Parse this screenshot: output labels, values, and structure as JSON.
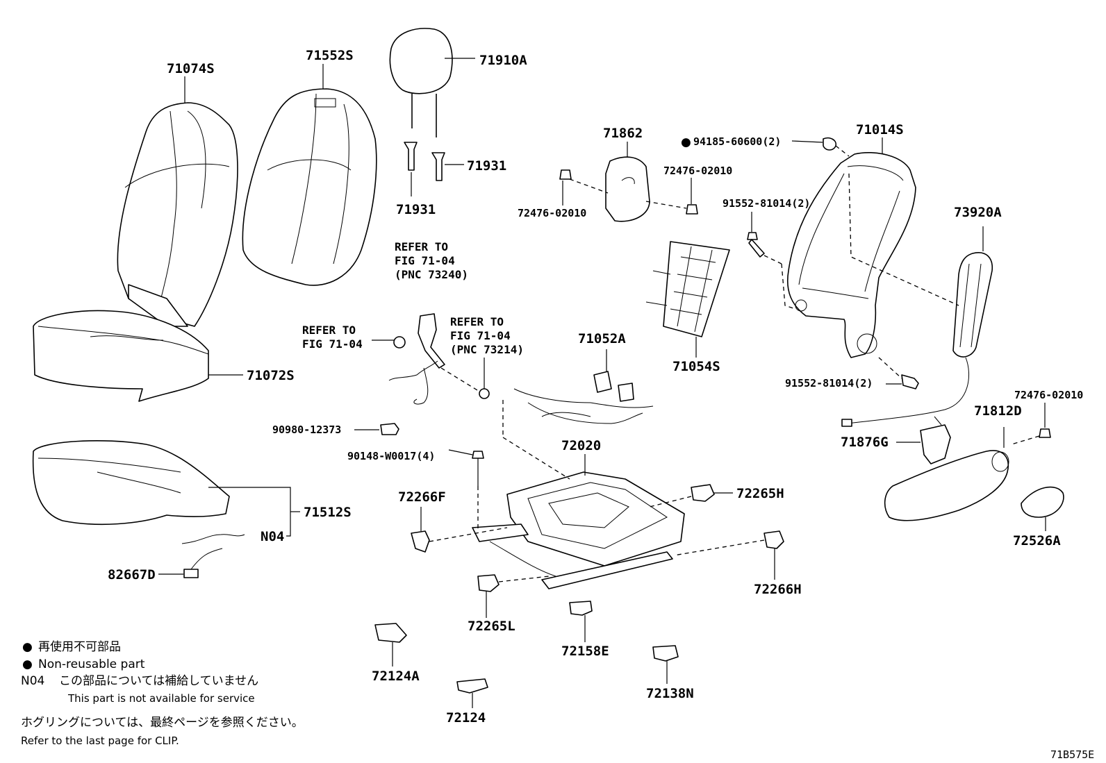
{
  "labels": {
    "p71074S": "71074S",
    "p71552S": "71552S",
    "p71910A": "71910A",
    "p71931a": "71931",
    "p71931b": "71931",
    "p71862": "71862",
    "p94185": "94185-60600(2)",
    "p71014S": "71014S",
    "p72476a": "72476-02010",
    "p72476b": "72476-02010",
    "p91552a": "91552-81014(2)",
    "p73920A": "73920A",
    "p71072S": "71072S",
    "p71052A": "71052A",
    "p71054S": "71054S",
    "p91552b": "91552-81014(2)",
    "p72476c": "72476-02010",
    "p71812D": "71812D",
    "p71876G": "71876G",
    "p90980": "90980-12373",
    "p90148": "90148-W0017(4)",
    "p72020": "72020",
    "p72266F": "72266F",
    "p72265H": "72265H",
    "p71512S": "71512S",
    "pN04": "N04",
    "p82667D": "82667D",
    "p72266H": "72266H",
    "p72265L": "72265L",
    "p72526A": "72526A",
    "p72158E": "72158E",
    "p72124A": "72124A",
    "p72124": "72124",
    "p72138N": "72138N"
  },
  "refs": {
    "r1": [
      "REFER TO",
      "FIG 71-04",
      "(PNC 73240)"
    ],
    "r2": [
      "REFER TO",
      "FIG 71-04"
    ],
    "r3": [
      "REFER TO",
      "FIG 71-04",
      "(PNC 73214)"
    ]
  },
  "legend": {
    "jp_nonreusable": "再使用不可部品",
    "en_nonreusable": "Non-reusable part",
    "n04_code": "N04",
    "n04_jp": "この部品については補給していません",
    "n04_en": "This part is not available for service",
    "clip_jp": "ホグリングについては、最終ページを参照ください。",
    "clip_en": "Refer to the last page for CLIP.",
    "bullet": "●"
  },
  "figure_id": "71B575E"
}
